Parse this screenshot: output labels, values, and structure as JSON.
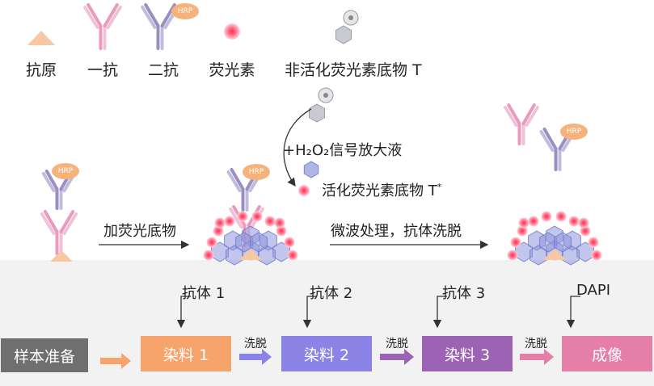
{
  "colors": {
    "antigen": "#f6c9a4",
    "primary_ab": "#e89bbd",
    "secondary_ab": "#9a8ec2",
    "hrp": "#f5b37b",
    "fluor": "#e8405a",
    "substrate": "#c9c9d1",
    "activated": "#8f96dc",
    "sample_box": "#6f6f6f",
    "stain1": "#f6a46b",
    "stain2": "#8c83e6",
    "stain3": "#9c62b3",
    "imaging": "#e57fa7"
  },
  "legend": {
    "antigen": "抗原",
    "primary": "一抗",
    "secondary": "二抗",
    "fluorophore": "荧光素",
    "inactive_substrate": "非活化荧光素底物 T"
  },
  "hrp_label": "HRP",
  "reaction": {
    "h2o2": "+H₂O₂信号放大液",
    "activated": "活化荧光素底物 T",
    "activated_sup": "*",
    "add_substrate": "加荧光底物",
    "microwave": "微波处理，抗体洗脱"
  },
  "workflow": {
    "sample_prep": "样本准备",
    "stain1": "染料 1",
    "stain2": "染料 2",
    "stain3": "染料 3",
    "imaging": "成像",
    "elute1": "洗脱",
    "elute2": "洗脱",
    "elute3": "洗脱",
    "antibody1": "抗体 1",
    "antibody2": "抗体 2",
    "antibody3": "抗体 3",
    "dapi": "DAPI"
  }
}
